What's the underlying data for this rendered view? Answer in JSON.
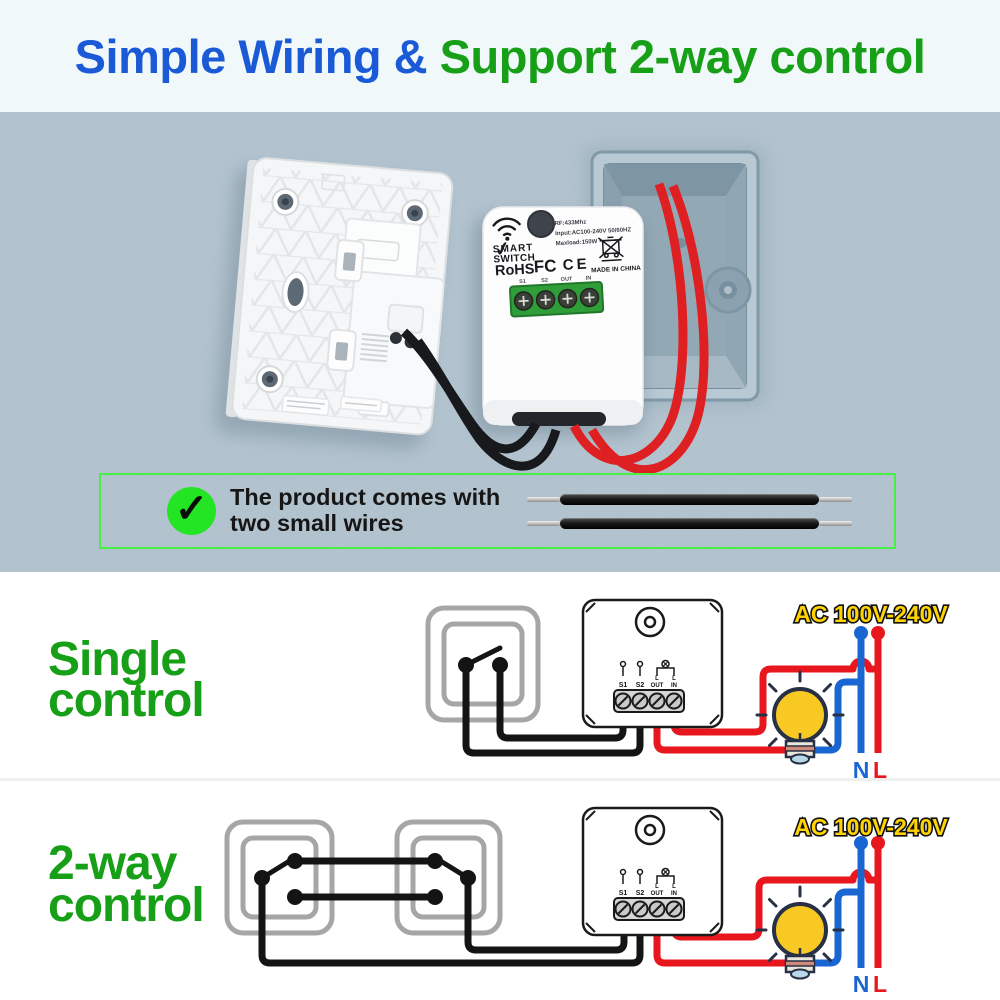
{
  "title": {
    "part_blue": "Simple Wiring & ",
    "part_green": "Support 2-way control"
  },
  "photo": {
    "module": {
      "brand_line1": "SMART",
      "brand_line2": "SWITCH",
      "rohs_label": "RoHS",
      "fcc_label": "FC",
      "ce_label": "CE",
      "rf_spec": "RF:433Mhz",
      "input_spec": "Input:AC100-240V 50/60HZ",
      "maxload_spec": "Maxload:150W",
      "origin_label": "MADE IN CHINA"
    },
    "callout": {
      "check_glyph": "✓",
      "line1": "The product comes with",
      "line2": "two small wires"
    }
  },
  "diagram_shared": {
    "terminal_s1": "S1",
    "terminal_s2": "S2",
    "terminal_l_out_line1": "L",
    "terminal_l_out_line2": "OUT",
    "terminal_l_in_line1": "L",
    "terminal_l_in_line2": "IN",
    "ac_label": "AC 100V-240V",
    "neutral_label": "N",
    "live_label": "L"
  },
  "single_section": {
    "heading_line1": "Single",
    "heading_line2": "control"
  },
  "two_way_section": {
    "heading_line1": "2-way",
    "heading_line2": "control"
  },
  "colors": {
    "title_blue": "#1b5ad6",
    "title_green": "#17a017",
    "heading_green": "#17a017",
    "wire_red": "#e8161d",
    "wire_blue": "#1966d2",
    "wire_black": "#141414",
    "ac_yellow": "#ffd400",
    "wall_gray_blue": "#aec0cc",
    "callout_green_border": "#47ef47",
    "check_circle_green": "#23e523",
    "terminal_block_green": "#2f9e39"
  }
}
